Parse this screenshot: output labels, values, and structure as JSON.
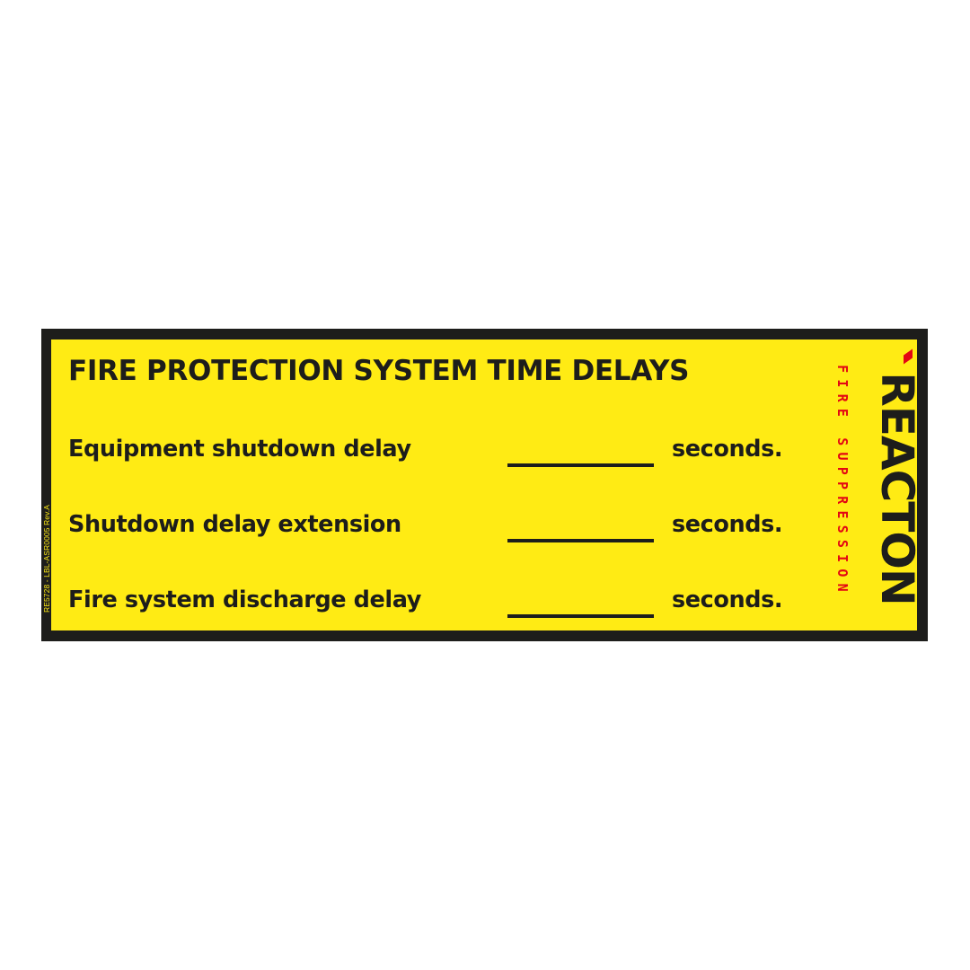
{
  "label": {
    "title": "FIRE PROTECTION SYSTEM TIME DELAYS",
    "rows": [
      {
        "label": "Equipment shutdown delay",
        "value": "",
        "unit": "seconds."
      },
      {
        "label": "Shutdown delay extension",
        "value": "",
        "unit": "seconds."
      },
      {
        "label": "Fire system discharge delay",
        "value": "",
        "unit": "seconds."
      }
    ],
    "side_code": "RE5728 - LBL-ASR0005 Rev.A",
    "colors": {
      "background": "#ffeb14",
      "border": "#1d1d1b",
      "text": "#1d1d1b",
      "accent": "#e30613"
    }
  },
  "logo": {
    "brand": "REACTON",
    "tagline": "FIRE SUPPRESSION"
  }
}
